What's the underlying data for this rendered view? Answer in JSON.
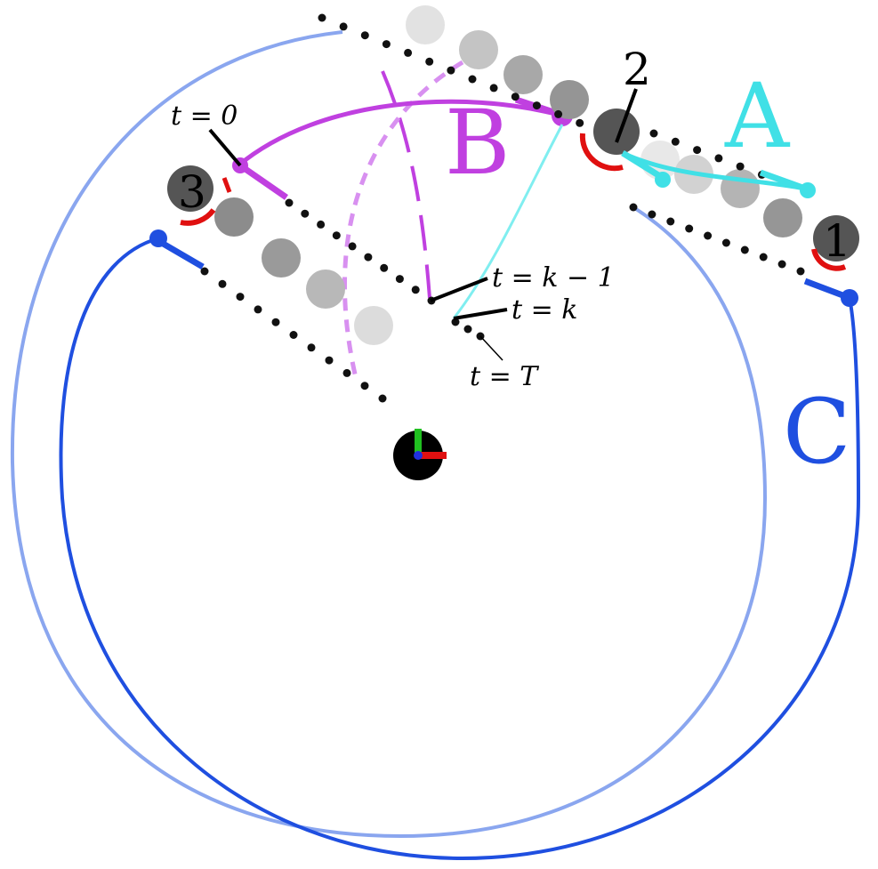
{
  "labels": {
    "path_a": "A",
    "path_b": "B",
    "path_c": "C",
    "obstacle_1": "1",
    "obstacle_2": "2",
    "obstacle_3": "3",
    "t0": "t = 0",
    "tk1": "t = k − 1",
    "tk": "t = k",
    "tT": "t = T"
  },
  "colors": {
    "path_a": "#40e0e6",
    "path_b": "#c040e0",
    "path_c": "#1f4fe0",
    "path_c_light": "#8aa6ef",
    "safety_arc": "#e01010",
    "obstacle_dark": "#555555",
    "dotted": "#111111"
  },
  "icons": {
    "robot": "robot-base-icon"
  }
}
